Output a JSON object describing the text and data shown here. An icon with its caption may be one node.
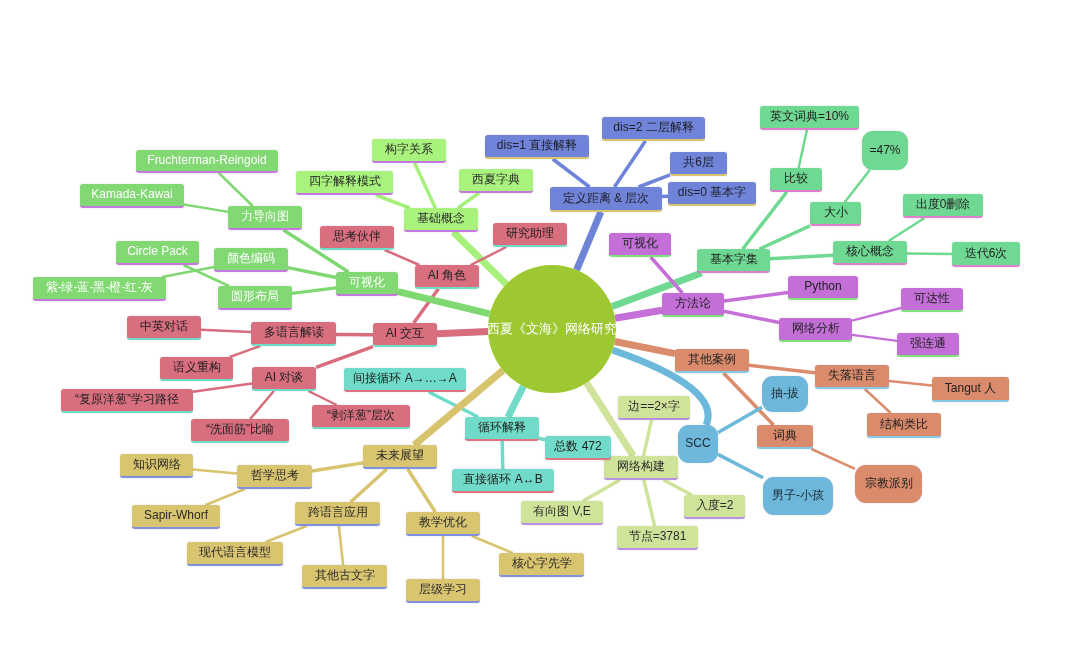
{
  "diagram": {
    "nodes": [
      {
        "text": [
          "西夏《文海》网络研究"
        ]
      },
      {
        "text": [
          "基础概念"
        ]
      },
      {
        "text": [
          "构字关系"
        ]
      },
      {
        "text": [
          "四字解释模式"
        ]
      },
      {
        "text": [
          "西夏字典"
        ]
      },
      {
        "text": [
          "定义距离 & 层次"
        ]
      },
      {
        "text": [
          "dis=1 直接解释"
        ]
      },
      {
        "text": [
          "dis=2 二层解释"
        ]
      },
      {
        "text": [
          "共6层"
        ]
      },
      {
        "text": [
          "dis=0 基本字"
        ]
      },
      {
        "text": [
          "基本字集"
        ]
      },
      {
        "text": [
          "比较"
        ]
      },
      {
        "text": [
          "英文词典=10%"
        ]
      },
      {
        "text": [
          "大小"
        ]
      },
      {
        "text": [
          "=47%"
        ]
      },
      {
        "text": [
          "核心概念"
        ]
      },
      {
        "text": [
          "出度0删除"
        ]
      },
      {
        "text": [
          "迭代6次"
        ]
      },
      {
        "text": [
          "方法论"
        ]
      },
      {
        "text": [
          "可视化"
        ]
      },
      {
        "text": [
          "Python"
        ]
      },
      {
        "text": [
          "网络分析"
        ]
      },
      {
        "text": [
          "可达性"
        ]
      },
      {
        "text": [
          "强连通"
        ]
      },
      {
        "text": [
          "其他案例"
        ]
      },
      {
        "text": [
          "失落语言"
        ]
      },
      {
        "text": [
          "Tangut 人"
        ]
      },
      {
        "text": [
          "结构类比"
        ]
      },
      {
        "text": [
          "词典"
        ]
      },
      {
        "text": [
          "宗教派别"
        ]
      },
      {
        "text": [
          "SCC"
        ]
      },
      {
        "text": [
          "抽-拔"
        ]
      },
      {
        "text": [
          "男子-小孩"
        ]
      },
      {
        "text": [
          "网络构建"
        ]
      },
      {
        "text": [
          "边==2×字"
        ]
      },
      {
        "text": [
          "有向图 V,E"
        ]
      },
      {
        "text": [
          "节点=3781"
        ]
      },
      {
        "text": [
          "入度=2"
        ]
      },
      {
        "text": [
          "循环解释"
        ]
      },
      {
        "text": [
          "间接循环 A→…→A"
        ]
      },
      {
        "text": [
          "总数 472"
        ]
      },
      {
        "text": [
          "直接循环 A↔B"
        ]
      },
      {
        "text": [
          "未来展望"
        ]
      },
      {
        "text": [
          "哲学思考"
        ]
      },
      {
        "text": [
          "知识网络"
        ]
      },
      {
        "text": [
          "Sapir-Whorf"
        ]
      },
      {
        "text": [
          "跨语言应用"
        ]
      },
      {
        "text": [
          "现代语言模型"
        ]
      },
      {
        "text": [
          "其他古文字"
        ]
      },
      {
        "text": [
          "教学优化"
        ]
      },
      {
        "text": [
          "核心字先学"
        ]
      },
      {
        "text": [
          "层级学习"
        ]
      },
      {
        "text": [
          "AI 交互"
        ]
      },
      {
        "text": [
          "多语言解读"
        ]
      },
      {
        "text": [
          "中英对话"
        ]
      },
      {
        "text": [
          "语义重构"
        ]
      },
      {
        "text": [
          "AI 对谈"
        ]
      },
      {
        "text": [
          "“复原洋葱”学习路径"
        ]
      },
      {
        "text": [
          "“洗面筋”比喻"
        ]
      },
      {
        "text": [
          "“剥洋葱”层次"
        ]
      },
      {
        "text": [
          "AI 角色"
        ]
      },
      {
        "text": [
          "思考伙伴"
        ]
      },
      {
        "text": [
          "研究助理"
        ]
      },
      {
        "text": [
          "可视化"
        ]
      },
      {
        "text": [
          "力导向图"
        ]
      },
      {
        "text": [
          "Fruchterman-Reingold"
        ]
      },
      {
        "text": [
          "Kamada-Kawai"
        ]
      },
      {
        "text": [
          "颜色编码"
        ]
      },
      {
        "text": [
          "紫-绿-蓝-黑-橙-红-灰"
        ]
      },
      {
        "text": [
          "圆形布局"
        ]
      },
      {
        "text": [
          "Circle Pack"
        ]
      }
    ],
    "edges": [
      {
        "from": 0,
        "to": 1,
        "arrow": "none",
        "style": "thick",
        "color": "#a8f07c"
      },
      {
        "from": 1,
        "to": 2,
        "arrow": "none",
        "color": "#a8f07c"
      },
      {
        "from": 1,
        "to": 3,
        "arrow": "none",
        "color": "#a8f07c"
      },
      {
        "from": 1,
        "to": 4,
        "arrow": "none",
        "color": "#a8f07c"
      },
      {
        "from": 0,
        "to": 5,
        "arrow": "none",
        "style": "thick",
        "color": "#6e84d8"
      },
      {
        "from": 5,
        "to": 6,
        "arrow": "none",
        "color": "#6e84d8"
      },
      {
        "from": 5,
        "to": 7,
        "arrow": "none",
        "color": "#6e84d8"
      },
      {
        "from": 5,
        "to": 8,
        "arrow": "none",
        "color": "#6e84d8"
      },
      {
        "from": 5,
        "to": 9,
        "arrow": "none",
        "color": "#6e84d8"
      },
      {
        "from": 0,
        "to": 10,
        "arrow": "none",
        "style": "thick",
        "color": "#6fd891"
      },
      {
        "from": 10,
        "to": 11,
        "arrow": "none",
        "color": "#6fd891"
      },
      {
        "from": 11,
        "to": 12,
        "arrow": "none",
        "color": "#6fd891"
      },
      {
        "from": 10,
        "to": 13,
        "arrow": "none",
        "color": "#6fd891"
      },
      {
        "from": 13,
        "to": 14,
        "arrow": "none",
        "color": "#6fd891"
      },
      {
        "from": 10,
        "to": 15,
        "arrow": "none",
        "color": "#6fd891"
      },
      {
        "from": 15,
        "to": 16,
        "arrow": "none",
        "color": "#6fd891"
      },
      {
        "from": 15,
        "to": 17,
        "arrow": "none",
        "color": "#6fd891"
      },
      {
        "from": 0,
        "to": 18,
        "arrow": "none",
        "style": "thick",
        "color": "#c56fd8"
      },
      {
        "from": 18,
        "to": 19,
        "arrow": "none",
        "color": "#c56fd8"
      },
      {
        "from": 18,
        "to": 20,
        "arrow": "none",
        "color": "#c56fd8"
      },
      {
        "from": 18,
        "to": 21,
        "arrow": "none",
        "color": "#c56fd8"
      },
      {
        "from": 21,
        "to": 22,
        "arrow": "none",
        "color": "#c56fd8"
      },
      {
        "from": 21,
        "to": 23,
        "arrow": "none",
        "color": "#c56fd8"
      },
      {
        "from": 0,
        "to": 24,
        "arrow": "none",
        "style": "thick",
        "color": "#db8c6c"
      },
      {
        "from": 24,
        "to": 25,
        "arrow": "none",
        "color": "#db8c6c"
      },
      {
        "from": 25,
        "to": 26,
        "arrow": "none",
        "color": "#db8c6c"
      },
      {
        "from": 25,
        "to": 27,
        "arrow": "none",
        "color": "#db8c6c"
      },
      {
        "from": 24,
        "to": 28,
        "arrow": "none",
        "color": "#db8c6c"
      },
      {
        "from": 28,
        "to": 29,
        "arrow": "none",
        "color": "#db8c6c"
      },
      {
        "from": 0,
        "to": 30,
        "arrow": "none",
        "style": "thick",
        "color": "#6cb8da"
      },
      {
        "from": 30,
        "to": 31,
        "arrow": "none",
        "color": "#6cb8da"
      },
      {
        "from": 30,
        "to": 32,
        "arrow": "none",
        "color": "#6cb8da"
      },
      {
        "from": 0,
        "to": 33,
        "arrow": "none",
        "style": "thick",
        "color": "#cfe39a"
      },
      {
        "from": 33,
        "to": 34,
        "arrow": "none",
        "color": "#cfe39a"
      },
      {
        "from": 33,
        "to": 35,
        "arrow": "none",
        "color": "#cfe39a"
      },
      {
        "from": 33,
        "to": 36,
        "arrow": "none",
        "color": "#cfe39a"
      },
      {
        "from": 33,
        "to": 37,
        "arrow": "none",
        "color": "#cfe39a"
      },
      {
        "from": 0,
        "to": 38,
        "arrow": "none",
        "style": "thick",
        "color": "#6fdbc8"
      },
      {
        "from": 38,
        "to": 39,
        "arrow": "none",
        "color": "#6fdbc8"
      },
      {
        "from": 38,
        "to": 40,
        "arrow": "none",
        "color": "#6fdbc8"
      },
      {
        "from": 38,
        "to": 41,
        "arrow": "none",
        "color": "#6fdbc8"
      },
      {
        "from": 0,
        "to": 42,
        "arrow": "none",
        "style": "thick",
        "color": "#d8c36e"
      },
      {
        "from": 42,
        "to": 43,
        "arrow": "none",
        "color": "#d8c36e"
      },
      {
        "from": 43,
        "to": 44,
        "arrow": "none",
        "color": "#d8c36e"
      },
      {
        "from": 43,
        "to": 45,
        "arrow": "none",
        "color": "#d8c36e"
      },
      {
        "from": 42,
        "to": 46,
        "arrow": "none",
        "color": "#d8c36e"
      },
      {
        "from": 46,
        "to": 47,
        "arrow": "none",
        "color": "#d8c36e"
      },
      {
        "from": 46,
        "to": 48,
        "arrow": "none",
        "color": "#d8c36e"
      },
      {
        "from": 42,
        "to": 49,
        "arrow": "none",
        "color": "#d8c36e"
      },
      {
        "from": 49,
        "to": 50,
        "arrow": "none",
        "color": "#d8c36e"
      },
      {
        "from": 49,
        "to": 51,
        "arrow": "none",
        "color": "#d8c36e"
      },
      {
        "from": 0,
        "to": 52,
        "arrow": "none",
        "style": "thick",
        "color": "#d76d7d"
      },
      {
        "from": 52,
        "to": 53,
        "arrow": "none",
        "color": "#d76d7d"
      },
      {
        "from": 53,
        "to": 54,
        "arrow": "none",
        "color": "#d76d7d"
      },
      {
        "from": 53,
        "to": 55,
        "arrow": "none",
        "color": "#d76d7d"
      },
      {
        "from": 52,
        "to": 56,
        "arrow": "none",
        "color": "#d76d7d"
      },
      {
        "from": 56,
        "to": 57,
        "arrow": "none",
        "color": "#d76d7d"
      },
      {
        "from": 56,
        "to": 58,
        "arrow": "none",
        "color": "#d76d7d"
      },
      {
        "from": 56,
        "to": 59,
        "arrow": "none",
        "color": "#d76d7d"
      },
      {
        "from": 52,
        "to": 60,
        "arrow": "none",
        "color": "#d76d7d"
      },
      {
        "from": 60,
        "to": 61,
        "arrow": "none",
        "color": "#d76d7d"
      },
      {
        "from": 60,
        "to": 62,
        "arrow": "none",
        "color": "#d76d7d"
      },
      {
        "from": 0,
        "to": 63,
        "arrow": "none",
        "style": "thick",
        "color": "#80d872"
      },
      {
        "from": 63,
        "to": 64,
        "arrow": "none",
        "color": "#80d872"
      },
      {
        "from": 64,
        "to": 65,
        "arrow": "none",
        "color": "#80d872"
      },
      {
        "from": 64,
        "to": 66,
        "arrow": "none",
        "color": "#80d872"
      },
      {
        "from": 63,
        "to": 67,
        "arrow": "none",
        "color": "#80d872"
      },
      {
        "from": 67,
        "to": 68,
        "arrow": "none",
        "color": "#80d872"
      },
      {
        "from": 63,
        "to": 69,
        "arrow": "none",
        "color": "#80d872"
      },
      {
        "from": 69,
        "to": 70,
        "arrow": "none",
        "color": "#80d872"
      }
    ]
  }
}
